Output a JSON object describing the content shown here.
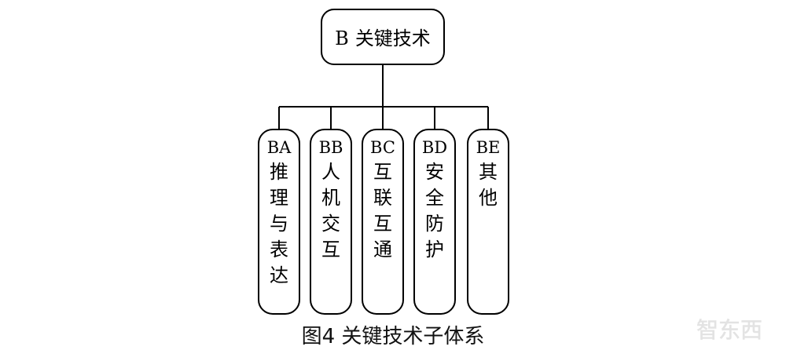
{
  "root": {
    "code": "B",
    "label": "关键技术"
  },
  "children": [
    {
      "code": "BA",
      "label": "推理与表达"
    },
    {
      "code": "BB",
      "label": "人机交互"
    },
    {
      "code": "BC",
      "label": "互联互通"
    },
    {
      "code": "BD",
      "label": "安全防护"
    },
    {
      "code": "BE",
      "label": "其他"
    }
  ],
  "caption": "图4 关键技术子体系",
  "watermark": "智东西"
}
